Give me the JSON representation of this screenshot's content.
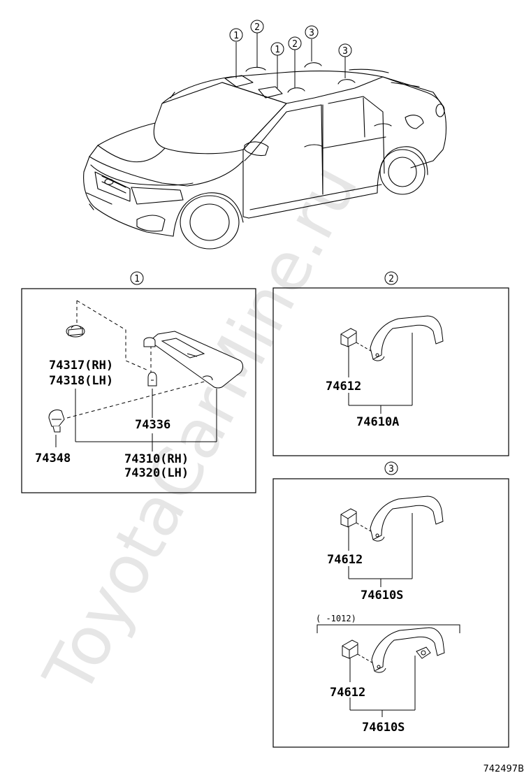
{
  "watermark": "ToyotaCarMine.ru",
  "figure_id": "742497B",
  "callouts": {
    "c1a": "1",
    "c2a": "2",
    "c1b": "1",
    "c2b": "2",
    "c3a": "3",
    "c3b": "3"
  },
  "panels": {
    "p1": {
      "ref": "1",
      "labels": {
        "l74317": "74317(RH)",
        "l74318": "74318(LH)",
        "l74336": "74336",
        "l74348": "74348",
        "l74310": "74310(RH)",
        "l74320": "74320(LH)"
      }
    },
    "p2": {
      "ref": "2",
      "labels": {
        "l74612": "74612",
        "l74610A": "74610A"
      }
    },
    "p3": {
      "ref": "3",
      "labels": {
        "l74612a": "74612",
        "l74610Sa": "74610S",
        "range": "(    -1012)",
        "l74612b": "74612",
        "l74610Sb": "74610S"
      }
    }
  }
}
